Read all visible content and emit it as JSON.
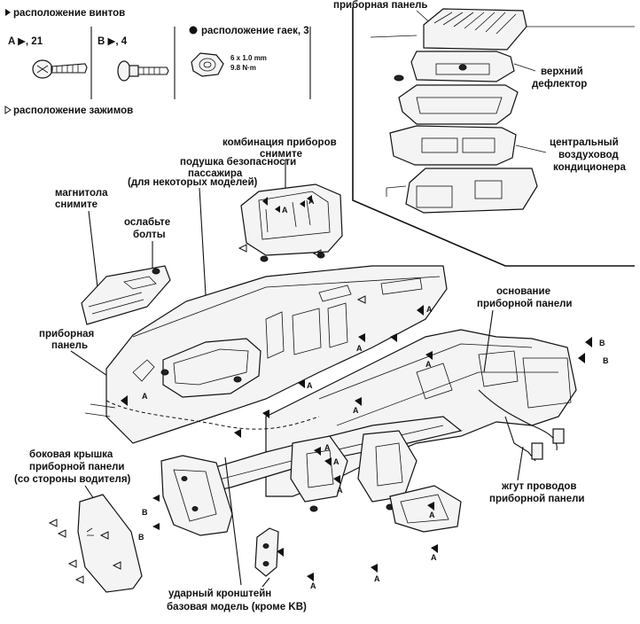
{
  "legend": {
    "screws_title": "расположение винтов",
    "screw_a": "A ▶, 21",
    "screw_b": "B ▶, 4",
    "nuts_title": "расположение гаек, 3",
    "nut_spec_1": "6 x 1.0 mm",
    "nut_spec_2": "9.8 N·m",
    "clips_title": "расположение зажимов"
  },
  "labels": {
    "dash_panel_top": "приборная панель",
    "upper_deflector_1": "верхний",
    "upper_deflector_2": "дефлектор",
    "central_duct_1": "центральный",
    "central_duct_2": "воздуховод",
    "central_duct_3": "кондиционера",
    "instrument_cluster_1": "комбинация приборов",
    "instrument_cluster_2": "снимите",
    "airbag_1": "подушка безопасности",
    "airbag_2": "пассажира",
    "airbag_3": "(для некоторых моделей)",
    "radio_1": "магнитола",
    "radio_2": "снимите",
    "loosen_bolts_1": "ослабьте",
    "loosen_bolts_2": "болты",
    "dash_panel_1": "приборная",
    "dash_panel_2": "панель",
    "dash_base_1": "основание",
    "dash_base_2": "приборной панели",
    "side_cover_1": "боковая крышка",
    "side_cover_2": "приборной панели",
    "side_cover_3": "(со стороны водителя)",
    "harness_1": "жгут проводов",
    "harness_2": "приборной панели",
    "bracket_1": "ударный кронштейн",
    "bracket_2": "базовая модель (кроме KB)"
  },
  "markers": {
    "a": "A",
    "b": "B"
  }
}
